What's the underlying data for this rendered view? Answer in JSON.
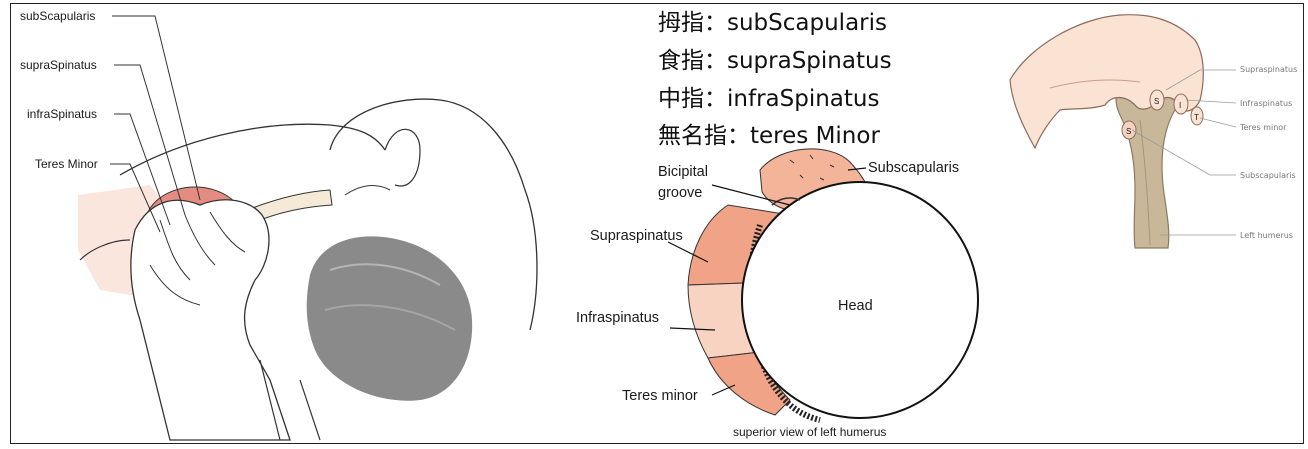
{
  "left_panel": {
    "labels": [
      "subScapularis",
      "supraSpinatus",
      "infraSpinatus",
      "Teres Minor"
    ]
  },
  "mnemonic": {
    "lines": [
      "拇指：subScapularis",
      "食指：supraSpinatus",
      "中指：infraSpinatus",
      "無名指：teres Minor"
    ]
  },
  "center_panel": {
    "labels": {
      "bicipital_groove_1": "Bicipital",
      "bicipital_groove_2": "groove",
      "subscapularis": "Subscapularis",
      "supraspinatus": "Supraspinatus",
      "head": "Head",
      "infraspinatus": "Infraspinatus",
      "teres_minor": "Teres minor"
    },
    "caption": "superior view of left humerus"
  },
  "right_panel": {
    "labels": [
      "Supraspinatus",
      "Infraspinatus",
      "Teres minor",
      "Subscapularis",
      "Left humerus"
    ],
    "finger_letters": [
      "S",
      "I",
      "T",
      "S"
    ]
  },
  "colors": {
    "muscle_dark": "#f0a386",
    "muscle_light": "#f8d3c2",
    "skin": "#fbe6dd",
    "bone": "#c9b79a",
    "hair": "#8a8a8a"
  }
}
